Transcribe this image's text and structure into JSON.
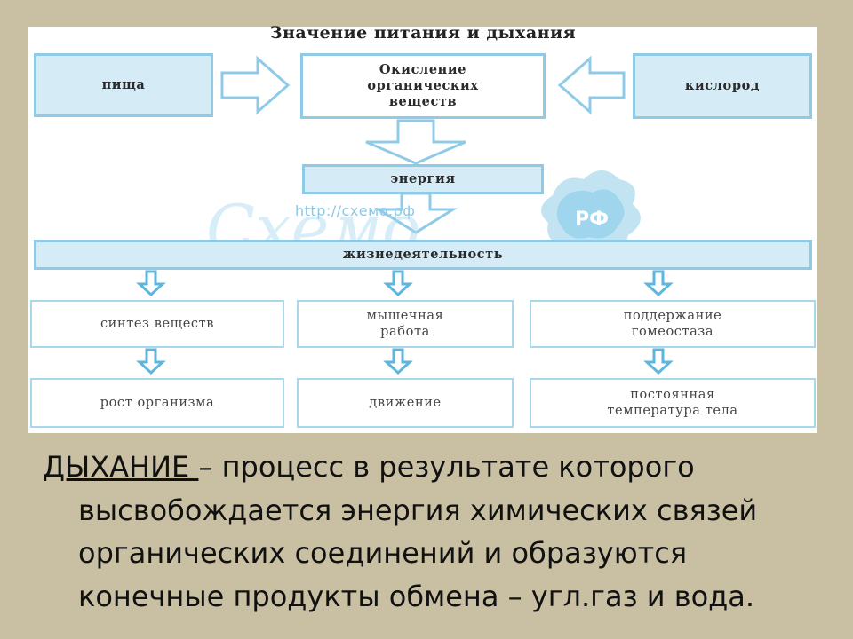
{
  "diagram": {
    "title": "Значение питания и дыхания",
    "food": "пища",
    "oxidation": [
      "Окисление",
      "органических",
      "веществ"
    ],
    "oxygen": "кислород",
    "energy": "энергия",
    "vital_activity": "жизнедеятельность",
    "row1": [
      {
        "lines": [
          "синтез веществ"
        ]
      },
      {
        "lines": [
          "мышечная",
          "работа"
        ]
      },
      {
        "lines": [
          "поддержание",
          "гомеостаза"
        ]
      }
    ],
    "row2": [
      {
        "lines": [
          "рост организма"
        ]
      },
      {
        "lines": [
          "движение"
        ]
      },
      {
        "lines": [
          "постоянная",
          "температура тела"
        ]
      }
    ],
    "watermark": {
      "url": "http://схемо.рф",
      "logo_text": "РФ",
      "script_text": "Схемо"
    }
  },
  "definition": {
    "term": "ДЫХАНИЕ ",
    "lines": [
      " – процесс в результате которого",
      "высвобождается энергия химических связей",
      "органических соединений и образуются",
      "конечные продукты обмена – угл.газ и вода."
    ]
  },
  "colors": {
    "background": "#c9c0a3",
    "box_fill": "#d5ecf6",
    "box_border": "#8fcbe6",
    "arrow_blue": "#5db6dd"
  }
}
